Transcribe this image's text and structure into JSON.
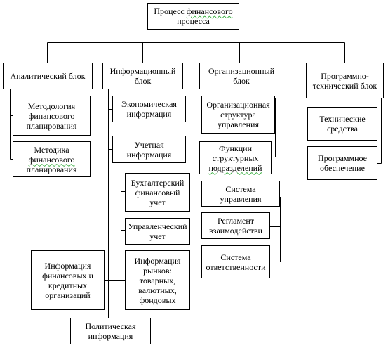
{
  "root": {
    "title_parts": [
      "Процесс ",
      "финансового",
      " процесса"
    ]
  },
  "blocks": {
    "analytic": {
      "label": "Аналитический блок",
      "items": [
        [
          "Методология финансового планирования"
        ],
        [
          "Методика ",
          "финансового",
          " планирования"
        ]
      ]
    },
    "information": {
      "label": "Информационный блок",
      "items": [
        "Экономическая информация",
        "Учетная информация",
        "Бухгалтерский финансовый учет",
        "Управленческий учет",
        "Информация рынков: товарных, валютных, фондовых",
        "Информация финансовых и кредитных организаций",
        "Политическая информация"
      ]
    },
    "organizational": {
      "label": "Организационный блок",
      "items": [
        "Организационная структура управления",
        [
          "Функции структурных ",
          "подразделений"
        ],
        "Система управления",
        "Регламент взаимодействи",
        "Система ответственности"
      ]
    },
    "software": {
      "label": "Программно-технический блок",
      "items": [
        "Технические средства",
        "Программное обеспечение"
      ]
    }
  },
  "colors": {
    "line": "#000000",
    "box_border": "#000000",
    "spellcheck": "#3cb043"
  }
}
